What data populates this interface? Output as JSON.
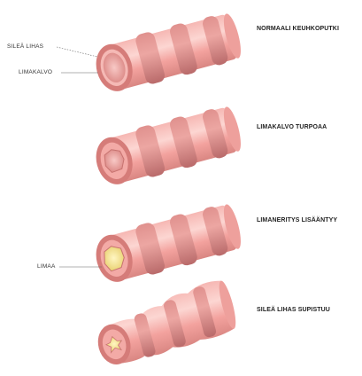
{
  "stages": [
    {
      "title": "NORMAALI KEUHKOPUTKI"
    },
    {
      "title": "LIMAKALVO TURPOAA"
    },
    {
      "title": "LIMANERITYS LISÄÄNTYY"
    },
    {
      "title": "SILEÄ LIHAS SUPISTUU"
    }
  ],
  "callouts": {
    "smooth_muscle": "SILEÄ LIHAS",
    "mucosa": "LIMAKALVO",
    "mucus": "LIMAA"
  },
  "colors": {
    "tube": "#f4a6a3",
    "tube_highlight": "#fbd3d0",
    "band": "#d98a88",
    "band_shadow": "#b96a6a",
    "mucus": "#f2e28a"
  }
}
